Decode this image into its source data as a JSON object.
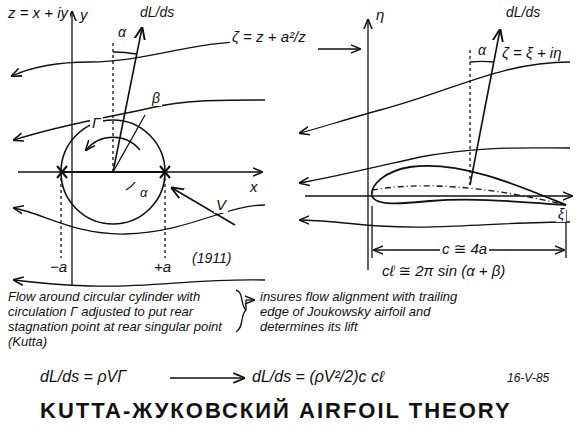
{
  "diagram": {
    "title": "KUTTA-ЖУКОВСКИЙ AIRFOIL THEORY",
    "labels": [
      "z = x + iy",
      "y",
      "x",
      "α",
      "dL/ds",
      "β",
      "Γ",
      "α",
      "V",
      "−a",
      "+a",
      "(1911)",
      "ζ = z + a²/z",
      "η",
      "α",
      "dL/ds",
      "ζ = ξ + iη",
      "ξ",
      "c ≅ 4a",
      "cℓ ≅ 2π sin (α + β)",
      "Flow around circular cylinder with circulation Γ adjusted to put rear stagnation point at rear singular point (Kutta)",
      "insures flow alignment with trailing edge of Joukowsky airfoil and determines its lift",
      "dL/ds = ρVΓ",
      "dL/ds = (ρV²/2)c cℓ",
      "16-V-85"
    ]
  }
}
